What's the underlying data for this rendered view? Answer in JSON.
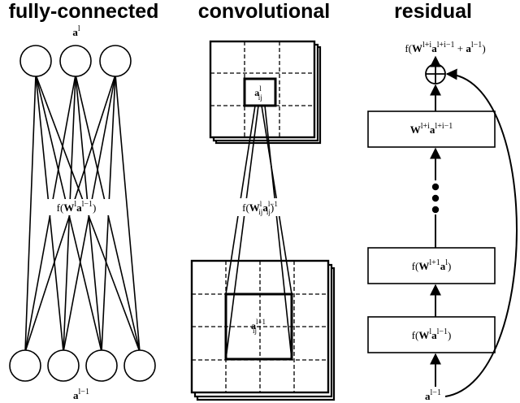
{
  "titles": {
    "fully_connected": "fully-connected",
    "convolutional": "convolutional",
    "residual": "residual"
  },
  "fully_connected": {
    "top_label": {
      "bold": "a",
      "sup": "l"
    },
    "bottom_label": {
      "bold": "a",
      "sup": "l−1"
    },
    "edge_label": {
      "pre": "f(",
      "bold": "W",
      "sup1": "l",
      "bold2": "a",
      "sup2": "l−1",
      "post": ")"
    },
    "top_nodes": 3,
    "bottom_nodes": 4
  },
  "convolutional": {
    "top_cell_label": {
      "bold": "a",
      "sup": "l",
      "sub": "ij"
    },
    "bottom_cell_label": {
      "bold": "a",
      "sup": "l−1",
      "sub": "ij"
    },
    "edge_label": {
      "pre": "f(",
      "bold": "W",
      "sup1": "l",
      "sub1": "ij",
      "bold2": "a",
      "sup2": "l−1",
      "sub2": "ij",
      "post": ")"
    }
  },
  "residual": {
    "output_label": {
      "pre": "f(",
      "bold": "W",
      "sup1": "l+i",
      "bold2": "a",
      "sup2": "l+i−1",
      "mid": " + ",
      "bold3": "a",
      "sup3": "l−1",
      "post": ")"
    },
    "input_label": {
      "bold": "a",
      "sup": "l−1"
    },
    "box_top": {
      "bold": "W",
      "sup1": "l+i",
      "bold2": "a",
      "sup2": "l+i−1"
    },
    "box_mid": {
      "pre": "f(",
      "bold": "W",
      "sup1": "l+1",
      "bold2": "a",
      "sup2": "l",
      "post": ")"
    },
    "box_bottom": {
      "pre": "f(",
      "bold": "W",
      "sup1": "l",
      "bold2": "a",
      "sup2": "l−1",
      "post": ")"
    },
    "plus_symbol": "⊕"
  }
}
